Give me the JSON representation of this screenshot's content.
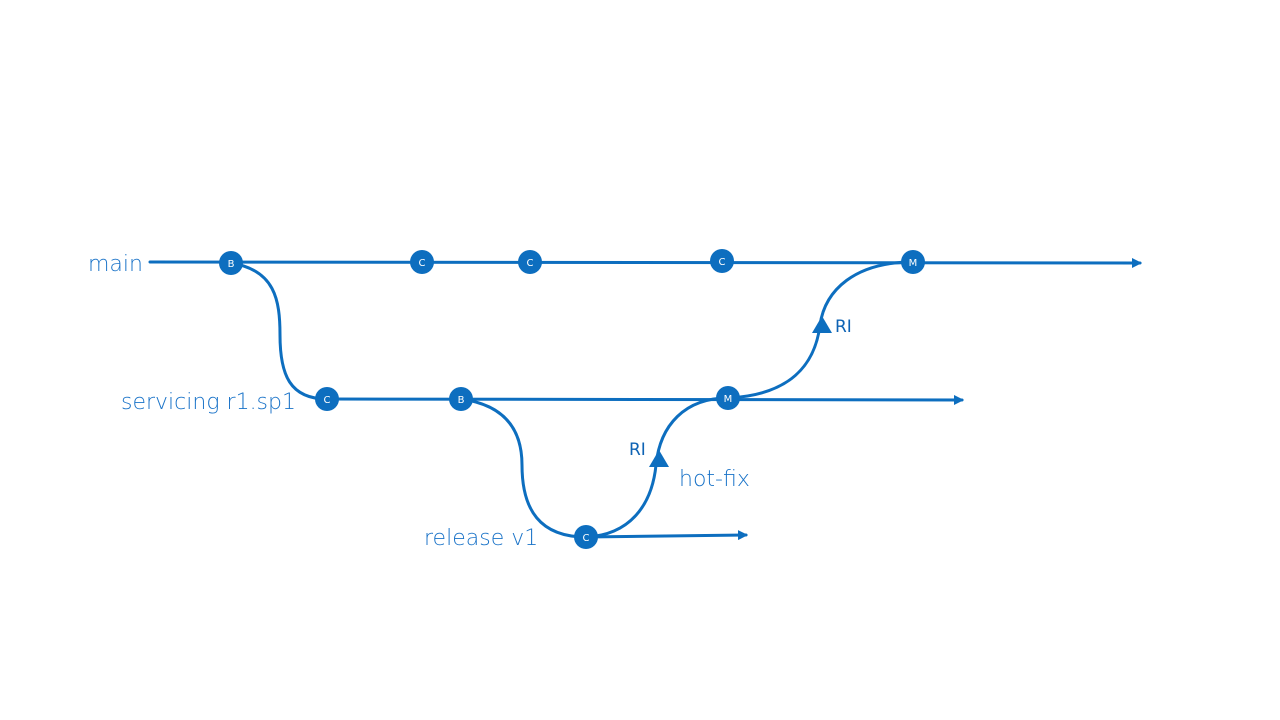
{
  "colors": {
    "line": "#0d6ebf",
    "node": "#0d6ebf",
    "text": "#1a73c8"
  },
  "branches": {
    "main": "main",
    "servicing": "servicing r1.sp1",
    "release": "release v1",
    "hotfix": "hot-fix"
  },
  "integrations": {
    "ri_upper": "RI",
    "ri_lower": "RI"
  },
  "nodes": {
    "main_b": "B",
    "main_c1": "C",
    "main_c2": "C",
    "main_c3": "C",
    "main_m": "M",
    "serv_c": "C",
    "serv_b": "B",
    "serv_m": "M",
    "rel_c": "C"
  }
}
